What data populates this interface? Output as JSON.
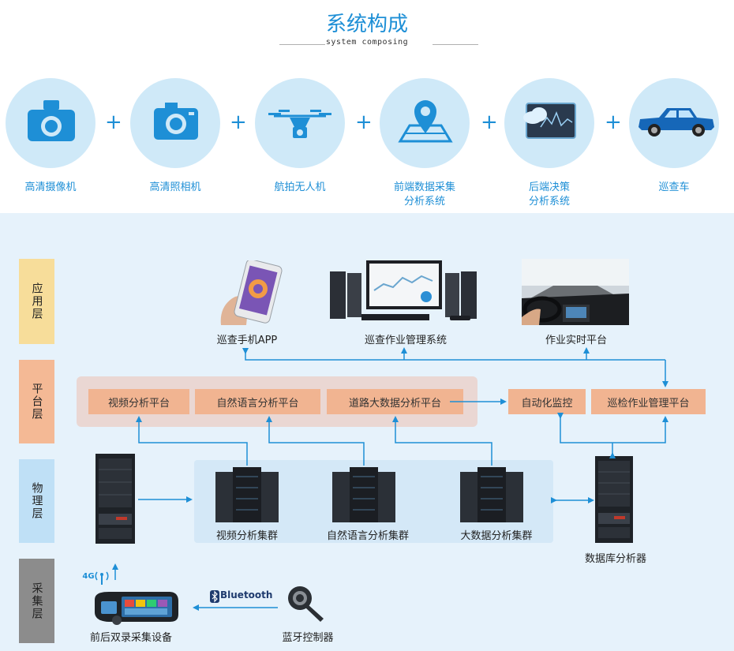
{
  "header": {
    "title": "系统构成",
    "subtitle": "system composing"
  },
  "components": [
    {
      "label_line1": "高清摄像机",
      "label_line2": "",
      "icon": "camera-recorder-icon"
    },
    {
      "label_line1": "高清照相机",
      "label_line2": "",
      "icon": "camera-icon"
    },
    {
      "label_line1": "航拍无人机",
      "label_line2": "",
      "icon": "drone-icon"
    },
    {
      "label_line1": "前端数据采集",
      "label_line2": "分析系统",
      "icon": "map-pin-icon"
    },
    {
      "label_line1": "后端决策",
      "label_line2": "分析系统",
      "icon": "cloud-monitor-icon"
    },
    {
      "label_line1": "巡查车",
      "label_line2": "",
      "icon": "car-icon"
    }
  ],
  "plus_sign": "+",
  "layers": {
    "application": "应用层",
    "platform": "平台层",
    "physical": "物理层",
    "collection": "采集层"
  },
  "application": {
    "app": "巡查手机APP",
    "system": "巡查作业管理系统",
    "realtime": "作业实时平台"
  },
  "platform": {
    "video": "视频分析平台",
    "nlp": "自然语言分析平台",
    "bigdata": "道路大数据分析平台",
    "automation": "自动化监控",
    "inspection": "巡检作业管理平台"
  },
  "physical": {
    "video_cluster": "视频分析集群",
    "nlp_cluster": "自然语言分析集群",
    "bigdata_cluster": "大数据分析集群",
    "db_analyzer": "数据库分析器"
  },
  "collection": {
    "device": "前后双录采集设备",
    "controller": "蓝牙控制器",
    "bluetooth": "Bluetooth",
    "network": "4G"
  },
  "colors": {
    "accent": "#1e8fd6",
    "layer_app": "#f7dd9a",
    "layer_platform": "#f4b995",
    "layer_physical": "#bfe0f6",
    "layer_collection": "#8c8c8c",
    "box": "#f1b491"
  }
}
